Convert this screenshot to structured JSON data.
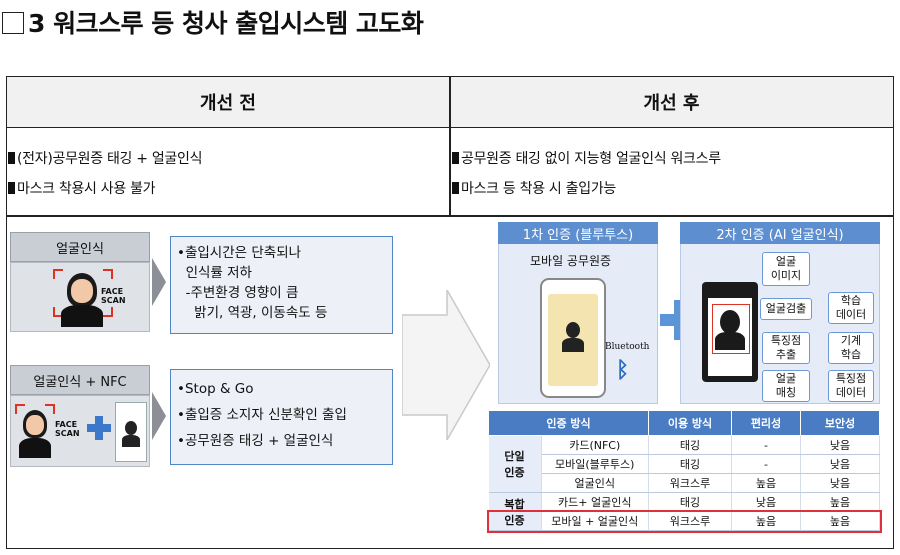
{
  "title": "3 워크스루 등 청사 출입시스템 고도화",
  "header": {
    "before": "개선 전",
    "after": "개선 후"
  },
  "before_bullets": [
    "(전자)공무원증 태깅 + 얼굴인식",
    "마스크 착용시 사용 불가"
  ],
  "after_bullets": [
    "공무원증 태깅 없이 지능형 얼굴인식 워크스루",
    "마스크 등 착용 시 출입가능"
  ],
  "left": {
    "panel1": {
      "tab": "얼굴인식",
      "face_label": "FACE\nSCAN",
      "lines": [
        "•출입시간은 단축되나",
        "  인식률 저하",
        "  -주변환경 영향이 큼",
        "    밝기, 역광, 이동속도 등"
      ]
    },
    "panel2": {
      "tab": "얼굴인식 + NFC",
      "face_label": "FACE\nSCAN",
      "lines": [
        "•Stop & Go",
        "•출입증 소지자 신분확인 출입",
        "•공무원증 태깅 + 얼굴인식"
      ]
    }
  },
  "right": {
    "step1": {
      "title": "1차 인증 (블루투스)",
      "label": "모바일 공무원증",
      "bt": "Bluetooth"
    },
    "step2": {
      "title": "2차 인증 (AI 얼굴인식)",
      "left_chips": [
        "얼굴\n이미지",
        "얼굴검출",
        "특징점\n추출",
        "얼굴\n매칭"
      ],
      "right_chips": [
        "학습\n데이터",
        "기계\n학습",
        "특징점\n데이터"
      ]
    },
    "table": {
      "headers": [
        "인증 방식",
        "이용 방식",
        "편리성",
        "보안성"
      ],
      "groups": [
        {
          "name": "단일\n인증",
          "rows": [
            [
              "카드(NFC)",
              "태깅",
              "-",
              "낮음"
            ],
            [
              "모바일(블루투스)",
              "태깅",
              "-",
              "낮음"
            ],
            [
              "얼굴인식",
              "워크스루",
              "높음",
              "낮음"
            ]
          ]
        },
        {
          "name": "복합\n인증",
          "rows": [
            [
              "카드+ 얼굴인식",
              "태깅",
              "낮음",
              "높음"
            ],
            [
              "모바일 + 얼굴인식",
              "워크스루",
              "높음",
              "높음"
            ]
          ]
        }
      ]
    }
  }
}
